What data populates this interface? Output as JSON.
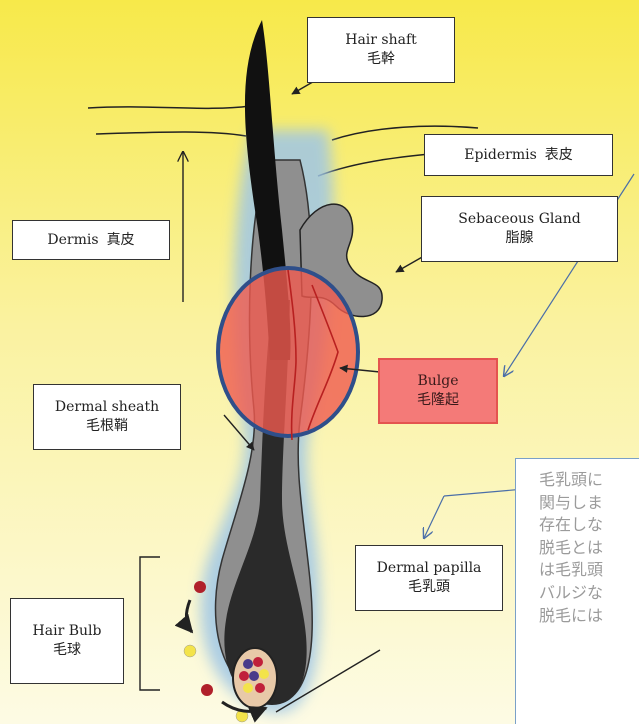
{
  "labels": {
    "hair_shaft": {
      "en": "Hair shaft",
      "jp": "毛幹"
    },
    "epidermis": {
      "en": "Epidermis",
      "jp": "表皮"
    },
    "sebaceous_gland": {
      "en": "Sebaceous Gland",
      "jp": "脂腺"
    },
    "dermis": {
      "en": "Dermis",
      "jp": "真皮"
    },
    "bulge": {
      "en": "Bulge",
      "jp": "毛隆起"
    },
    "dermal_sheath": {
      "en": "Dermal sheath",
      "jp": "毛根鞘"
    },
    "dermal_papilla": {
      "en": "Dermal papilla",
      "jp": "毛乳頭"
    },
    "hair_bulb": {
      "en": "Hair Bulb",
      "jp": "毛球"
    }
  },
  "note_lines": [
    "毛乳頭に",
    "関与しま",
    "存在しな",
    "脱毛とは",
    "は毛乳頭",
    "バルジな",
    "脱毛には"
  ],
  "colors": {
    "background_top": "#f7e94a",
    "background_bottom": "#fdfbe4",
    "hair": "#111111",
    "follicle_gray": "#8a8a8a",
    "sheath_glow": "#a9cbe6",
    "bulge_fill": "#f05a4f",
    "bulge_outline": "#2f4f8a",
    "label_bulge_bg": "#f47a78",
    "callout_line": "#4a6ea8",
    "note_text": "#9b9b9b"
  }
}
